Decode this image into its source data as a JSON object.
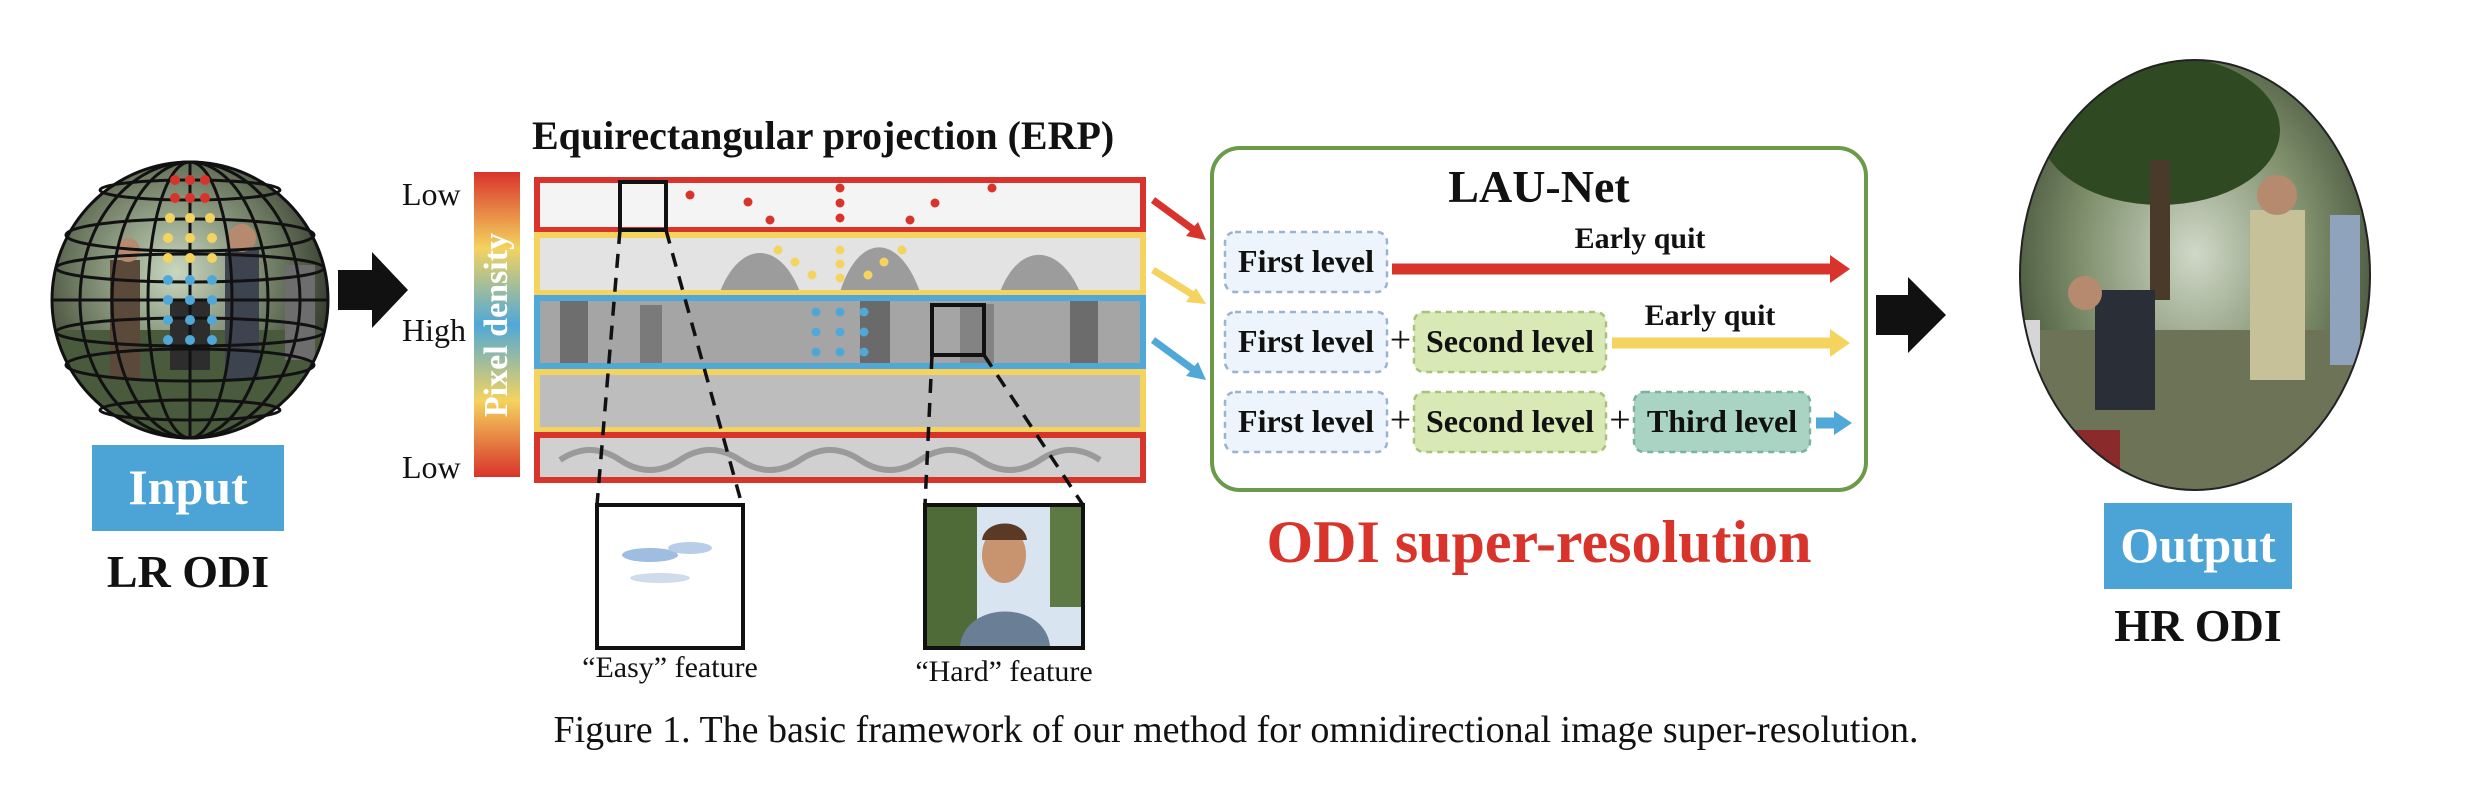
{
  "input": {
    "badge": "Input",
    "caption": "LR ODI"
  },
  "output": {
    "badge": "Output",
    "caption": "HR ODI"
  },
  "erp": {
    "title": "Equirectangular projection (ERP)",
    "density_label": "Pixel density",
    "row_labels": [
      "Low",
      "High",
      "Low"
    ],
    "easy_feature": "“Easy” feature",
    "hard_feature": "“Hard” feature"
  },
  "network": {
    "title": "LAU-Net",
    "rows": [
      {
        "blocks": [
          "First level"
        ],
        "arrow_label": "Early quit"
      },
      {
        "blocks": [
          "First level",
          "Second level"
        ],
        "arrow_label": "Early quit"
      },
      {
        "blocks": [
          "First level",
          "Second level",
          "Third level"
        ],
        "arrow_label": ""
      }
    ],
    "plus": "+"
  },
  "task_label": "ODI super-resolution",
  "caption": "Figure 1. The basic framework of our method for omnidirectional image super-resolution.",
  "colors": {
    "red": "#d9342b",
    "yellow": "#f4d35e",
    "blue": "#4fa8d8",
    "badge_blue": "#4ba3d6",
    "net_border": "#6a9a4a",
    "level1_fill": "#eef4fb",
    "level2_fill": "#d9e9b5",
    "level3_fill": "#a9d3c2"
  }
}
